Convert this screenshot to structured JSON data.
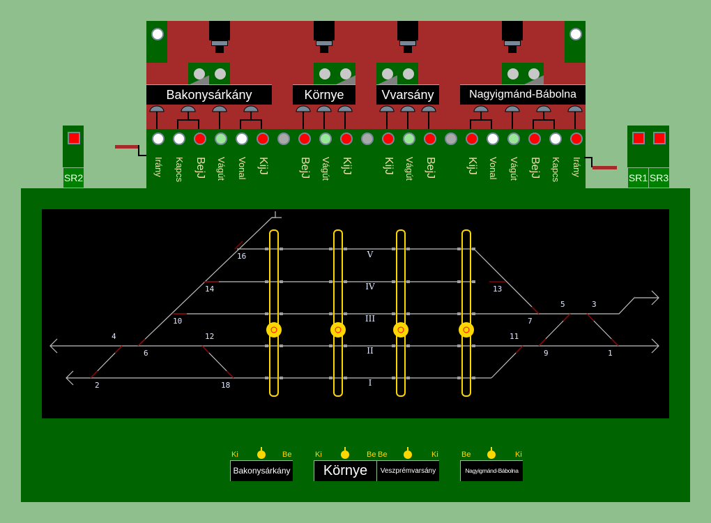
{
  "stations_top": [
    {
      "name": "Bakonysárkány"
    },
    {
      "name": "Környe"
    },
    {
      "name": "Vvarsány"
    },
    {
      "name": "Nagyigmánd-Bábolna"
    }
  ],
  "indicator_lamps": [
    {
      "label": "Irány",
      "state": "white"
    },
    {
      "label": "Kapcs",
      "state": "white"
    },
    {
      "label": "BejJ",
      "state": "red"
    },
    {
      "label": "Vágút",
      "state": "green"
    },
    {
      "label": "Vonal",
      "state": "white"
    },
    {
      "label": "KijJ",
      "state": "red"
    },
    {
      "label": "",
      "state": "gray"
    },
    {
      "label": "BejJ",
      "state": "red"
    },
    {
      "label": "Vágút",
      "state": "green"
    },
    {
      "label": "KijJ",
      "state": "red"
    },
    {
      "label": "",
      "state": "gray"
    },
    {
      "label": "KijJ",
      "state": "red"
    },
    {
      "label": "Vágút",
      "state": "green"
    },
    {
      "label": "BejJ",
      "state": "red"
    },
    {
      "label": "",
      "state": "gray"
    },
    {
      "label": "KijJ",
      "state": "red"
    },
    {
      "label": "Vonal",
      "state": "white"
    },
    {
      "label": "Vágút",
      "state": "green"
    },
    {
      "label": "BejJ",
      "state": "red"
    },
    {
      "label": "Kapcs",
      "state": "white"
    },
    {
      "label": "Irány",
      "state": "red"
    }
  ],
  "signal_repeaters": {
    "left": "SR2",
    "right": [
      "SR1",
      "SR3"
    ]
  },
  "tracks": [
    "V",
    "IV",
    "III",
    "II",
    "I"
  ],
  "switches": [
    "16",
    "14",
    "10",
    "4",
    "6",
    "12",
    "2",
    "18",
    "13",
    "7",
    "5",
    "3",
    "11",
    "9",
    "1"
  ],
  "bottom_panel": [
    {
      "name": "Bakonysárkány",
      "left": "Ki",
      "right": "Be"
    },
    {
      "name": "Környe",
      "left": "Ki",
      "right": "Be"
    },
    {
      "name": "Veszprémvarsány",
      "left": "Be",
      "right": "Ki"
    },
    {
      "name": "Nagyigmánd-Bábolna",
      "left": "Be",
      "right": "Ki"
    }
  ],
  "colors": {
    "panel_green": "#006400",
    "panel_red": "#a52a2a",
    "background": "#8fbf8c",
    "accent_yellow": "#ffd700"
  }
}
